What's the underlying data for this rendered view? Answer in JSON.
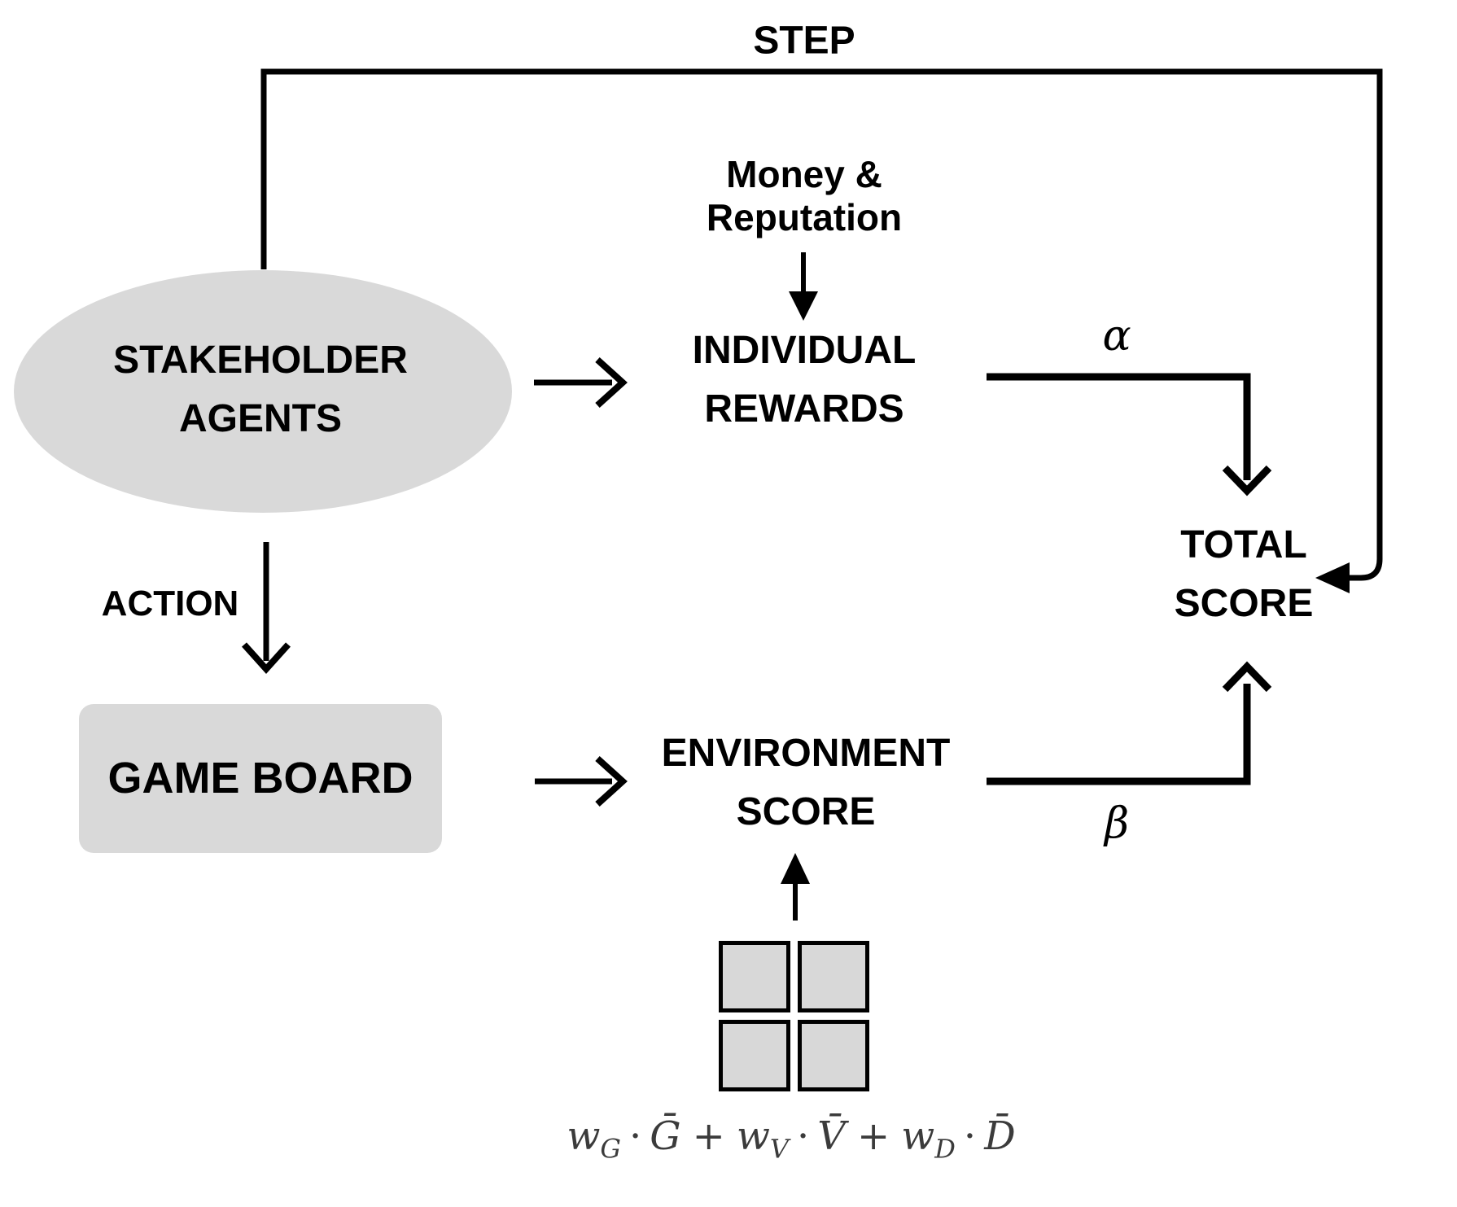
{
  "diagram": {
    "step_label": "STEP",
    "action_label": "ACTION",
    "money_reputation": {
      "line1": "Money &",
      "line2": "Reputation"
    },
    "nodes": {
      "stakeholder_agents": {
        "line1": "STAKEHOLDER",
        "line2": "AGENTS"
      },
      "game_board": {
        "label": "GAME BOARD"
      },
      "individual_rewards": {
        "line1": "INDIVIDUAL",
        "line2": "REWARDS"
      },
      "environment_score": {
        "line1": "ENVIRONMENT",
        "line2": "SCORE"
      },
      "total_score": {
        "line1": "TOTAL",
        "line2": "SCORE"
      }
    },
    "edge_labels": {
      "alpha": "α",
      "beta": "β"
    },
    "formula": {
      "w1": "w",
      "w1s": "G",
      "d1": "·",
      "b1": "Ḡ",
      "p1": "+",
      "w2": "w",
      "w2s": "V",
      "d2": "·",
      "b2": "V̄",
      "p2": "+",
      "w3": "w",
      "w3s": "D",
      "d3": "·",
      "b3": "D̄"
    },
    "colors": {
      "node_fill": "#d9d9d9",
      "grid_cell_fill": "#d8d8d8",
      "line": "#000000",
      "formula_text": "#3b3b3b"
    }
  }
}
